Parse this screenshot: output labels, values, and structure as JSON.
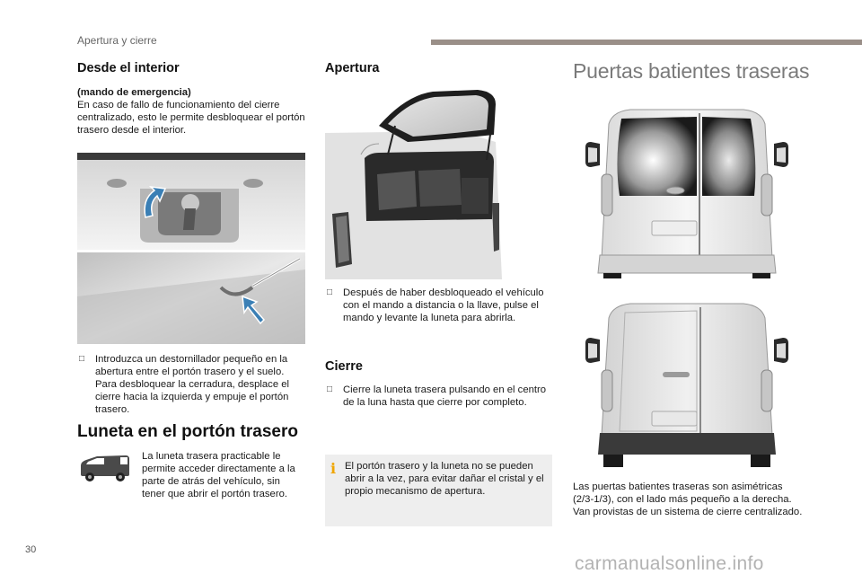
{
  "header": {
    "section_title": "Apertura y cierre"
  },
  "left_column": {
    "interior": {
      "title": "Desde el interior",
      "subtitle": "(mando de emergencia)",
      "intro": "En caso de fallo de funcionamiento del cierre centralizado, esto le permite desbloquear el portón trasero desde el interior.",
      "bullet_icon": "bullet-square-icon",
      "instruction": "Introduzca un destornillador pequeño en la abertura entre el portón trasero y el suelo. Para desbloquear la cerradura, desplace el cierre hacia la izquierda y empuje el portón trasero."
    },
    "window": {
      "title": "Luneta en el portón trasero",
      "description": "La luneta trasera practicable le permite acceder directamente a la parte de atrás del vehículo, sin tener que abrir el portón trasero."
    }
  },
  "middle_column": {
    "opening": {
      "title": "Apertura",
      "instruction": "Después de haber desbloqueado el vehículo con el mando a distancia o la llave, pulse el mando y levante la luneta para abrirla."
    },
    "closing": {
      "title": "Cierre",
      "instruction": "Cierre la luneta trasera pulsando en el centro de la luna hasta que cierre por completo."
    },
    "info_box": {
      "icon_symbol": "i",
      "text": "El portón trasero y la luneta no se pueden abrir a la vez, para evitar dañar el cristal y el propio mecanismo de apertura."
    }
  },
  "right_column": {
    "title": "Puertas batientes traseras",
    "description": "Las puertas batientes traseras son asimétricas (2/3-1/3), con el lado más pequeño a la derecha.\nVan provistas de un sistema de cierre centralizado."
  },
  "footer": {
    "page_number": "30",
    "watermark": "carmanualsonline.info"
  },
  "colors": {
    "header_bar": "#9a8f88",
    "info_icon": "#f0a500",
    "info_box_bg": "#eeeeee",
    "title_right": "#7a7a7a"
  }
}
